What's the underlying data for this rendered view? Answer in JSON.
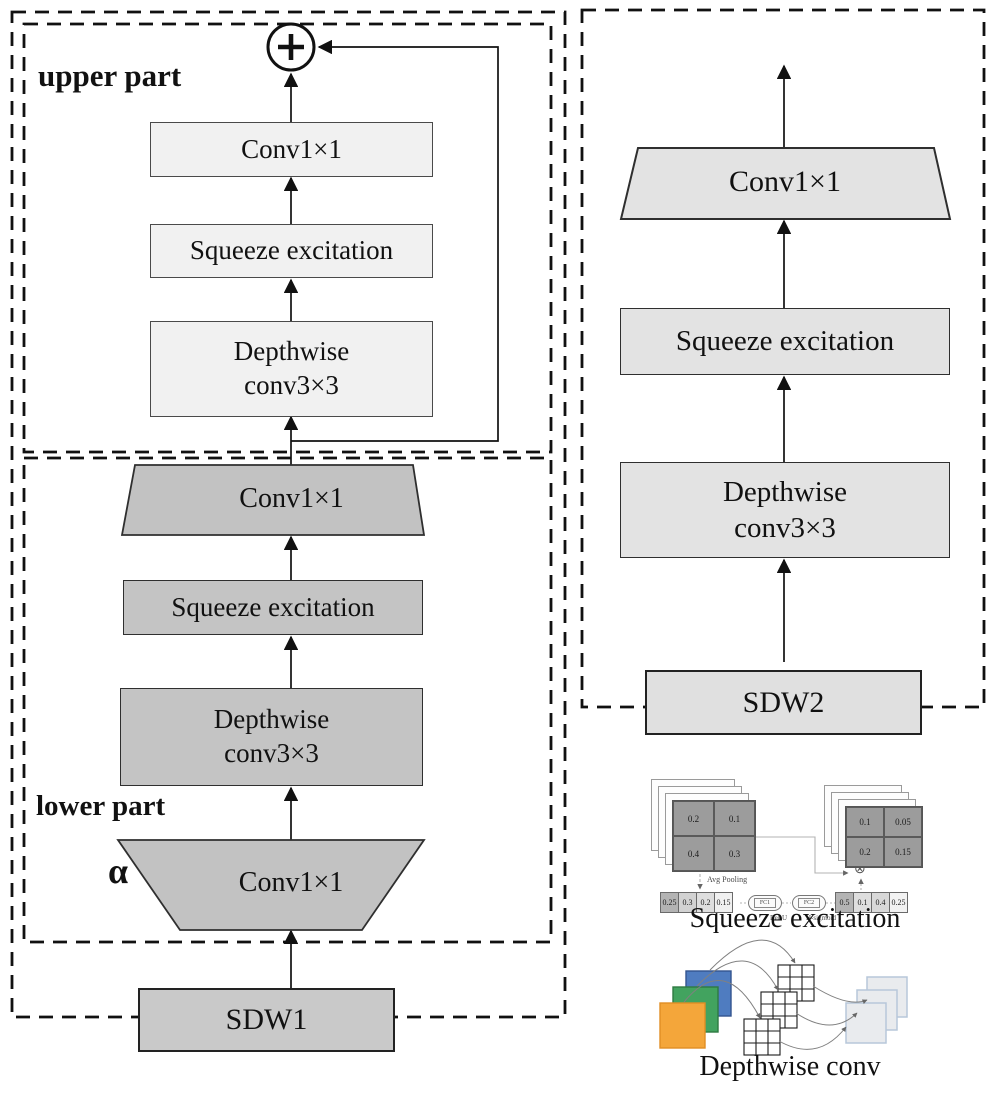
{
  "figure": {
    "left_panel": {
      "upper_part": {
        "label": "upper part",
        "conv_label": "Conv1×1",
        "se_label": "Squeeze excitation",
        "dw_line1": "Depthwise",
        "dw_line2": "conv3×3"
      },
      "lower_part": {
        "label": "lower part",
        "alpha_label": "α",
        "conv_out_label": "Conv1×1",
        "se_label": "Squeeze excitation",
        "dw_line1": "Depthwise",
        "dw_line2": "conv3×3",
        "conv_in_label": "Conv1×1"
      },
      "input_label": "SDW1"
    },
    "right_panel": {
      "conv_label": "Conv1×1",
      "se_label": "Squeeze excitation",
      "dw_line1": "Depthwise",
      "dw_line2": "conv3×3",
      "input_label": "SDW2"
    },
    "legend": {
      "squeeze_excitation": {
        "caption": "Squeeze excitation",
        "left_map": [
          "0.2",
          "0.1",
          "0.4",
          "0.3"
        ],
        "right_map": [
          "0.1",
          "0.05",
          "0.2",
          "0.15"
        ],
        "avg_pooling_label": "Avg Pooling",
        "left_vector": [
          "0.25",
          "0.3",
          "0.2",
          "0.15"
        ],
        "fc1_label": "FC1",
        "fc2_label": "FC2",
        "relu_label": "ReLU",
        "hsigmoid_label": "H-sigmoid",
        "multiply_symbol": "⊗",
        "right_vector": [
          "0.5",
          "0.1",
          "0.4",
          "0.25"
        ]
      },
      "depthwise": {
        "caption": "Depthwise conv"
      }
    },
    "icons": {
      "add": "circled-plus",
      "multiply": "circled-times"
    },
    "colors": {
      "upper_block_fill": "#f1f1f1",
      "lower_block_fill": "#c4c4c4",
      "right_block_fill": "#e3e3e3",
      "sdw1_fill": "#c9c9c9",
      "sdw2_fill": "#e0e0e0",
      "line": "#111111",
      "legend_orange": "#f4a63a",
      "legend_green": "#42a35f",
      "legend_blue": "#4f7cc0",
      "legend_output_fill": "#e9ebee"
    }
  }
}
